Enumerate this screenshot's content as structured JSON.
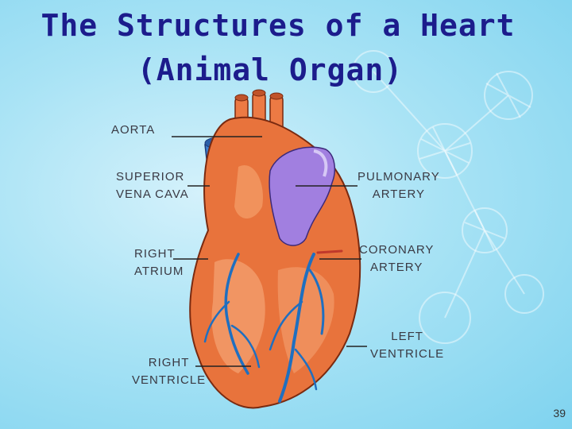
{
  "title": {
    "line1": "The Structures of a Heart",
    "line2": "(Animal Organ)"
  },
  "labels": {
    "aorta": "AORTA",
    "superior_vena_cava": [
      "SUPERIOR",
      "VENA CAVA"
    ],
    "right_atrium": [
      "RIGHT",
      "ATRIUM"
    ],
    "right_ventricle": [
      "RIGHT",
      "VENTRICLE"
    ],
    "pulmonary_artery": [
      "PULMONARY",
      "ARTERY"
    ],
    "coronary_artery": [
      "CORONARY",
      "ARTERY"
    ],
    "left_ventricle": [
      "LEFT",
      "VENTRICLE"
    ]
  },
  "page_number": "39",
  "colors": {
    "title": "#1c1c8c",
    "heart_muscle": "#e8733c",
    "pulmonary_artery": "#a17fe0",
    "vena_cava": "#3f7fd0",
    "coronary_vessels": "#1f6fc0",
    "background": "#a9e3f5"
  }
}
